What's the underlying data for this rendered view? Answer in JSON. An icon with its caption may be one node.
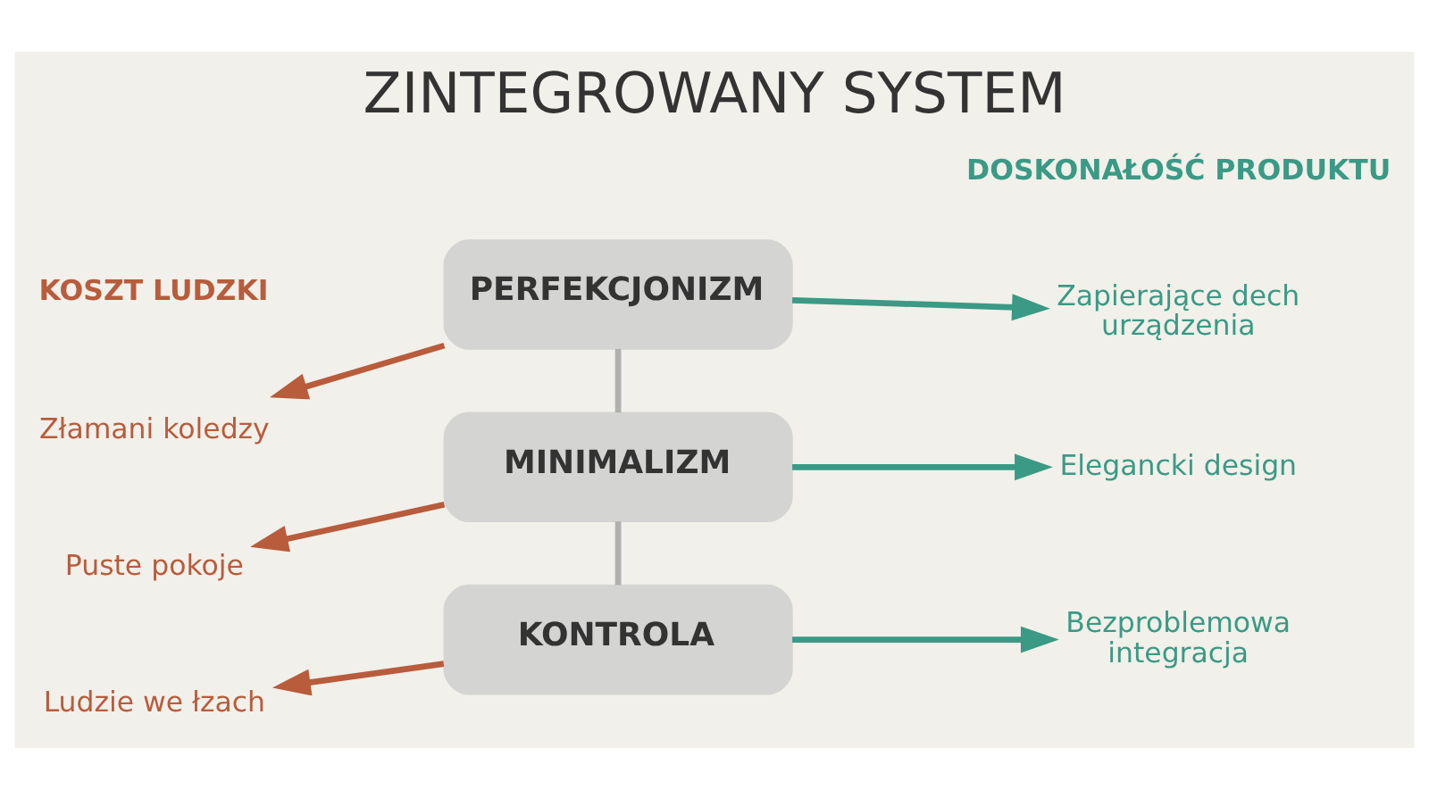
{
  "diagram": {
    "title": "ZINTEGROWANY SYSTEM",
    "nodes": [
      {
        "text": [
          "PERFEKCJONIZM"
        ]
      },
      {
        "text": [
          "MINIMALIZM"
        ]
      },
      {
        "text": [
          "KONTROLA"
        ]
      },
      {
        "text": [
          "Złamani koledzy"
        ]
      },
      {
        "text": [
          "Puste pokoje"
        ]
      },
      {
        "text": [
          "Ludzie we łzach"
        ]
      },
      {
        "text": [
          "Zapierające dech urządzenia"
        ]
      },
      {
        "text": [
          "Elegancki design"
        ]
      },
      {
        "text": [
          "Bezproblemowa integracja"
        ]
      }
    ],
    "edges": [
      {
        "from": 0,
        "to": 3,
        "arrow": "to",
        "color": "#b85c3c"
      },
      {
        "from": 0,
        "to": 6,
        "arrow": "to",
        "color": "#3a9a85"
      },
      {
        "from": 0,
        "to": 1,
        "arrow": "none",
        "color": "#b0b0b0"
      },
      {
        "from": 1,
        "to": 4,
        "arrow": "to",
        "color": "#b85c3c"
      },
      {
        "from": 1,
        "to": 7,
        "arrow": "to",
        "color": "#3a9a85"
      },
      {
        "from": 1,
        "to": 2,
        "arrow": "none",
        "color": "#b0b0b0"
      },
      {
        "from": 2,
        "to": 5,
        "arrow": "to",
        "color": "#b85c3c"
      },
      {
        "from": 2,
        "to": 8,
        "arrow": "to",
        "color": "#3a9a85"
      }
    ],
    "labels": [
      "KOSZT LUDZKI",
      "DOSKONAŁOŚĆ PRODUKTU"
    ]
  }
}
